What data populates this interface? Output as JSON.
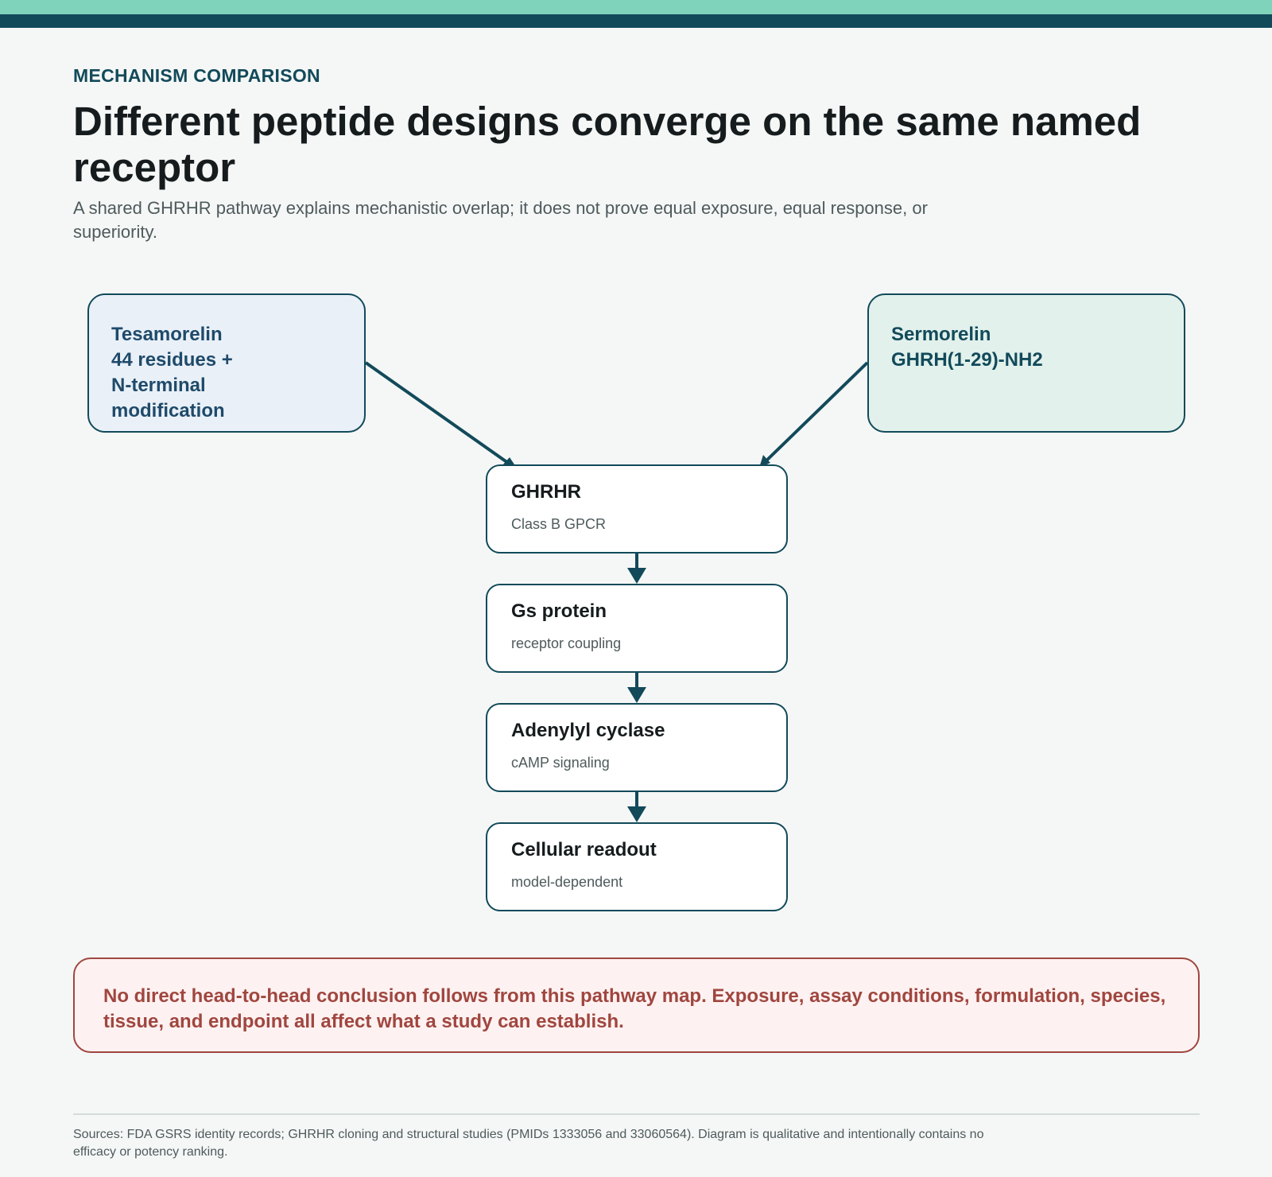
{
  "header": {
    "eyebrow": "MECHANISM COMPARISON",
    "title": "Different peptide designs converge on the same named receptor",
    "subtitle": "A shared GHRHR pathway explains mechanistic overlap; it does not prove equal exposure, equal response, or superiority."
  },
  "sources_left": {
    "lines": [
      "Tesamorelin",
      "44 residues +",
      "N-terminal",
      "modification"
    ]
  },
  "sources_right": {
    "lines": [
      "Sermorelin",
      "GHRH(1-29)-NH2"
    ]
  },
  "pathway": [
    {
      "title": "GHRHR",
      "subtitle": "Class B GPCR"
    },
    {
      "title": "Gs protein",
      "subtitle": "receptor coupling"
    },
    {
      "title": "Adenylyl cyclase",
      "subtitle": "cAMP signaling"
    },
    {
      "title": "Cellular readout",
      "subtitle": "model-dependent"
    }
  ],
  "warning": {
    "text": "No direct head-to-head conclusion follows from this pathway map. Exposure, assay conditions, formulation, species, tissue, and endpoint all affect what a study can establish."
  },
  "footer": {
    "sources": "Sources: FDA GSRS identity records; GHRHR cloning and structural studies (PMIDs 1333056 and 33060564). Diagram is qualitative and intentionally contains no efficacy or potency ranking."
  },
  "colors": {
    "accent_teal": "#7fd3bb",
    "brand_dark": "#124a5a",
    "tesamorelin_fill": "#e9f0f8",
    "sermorelin_fill": "#e2f1ec",
    "warning": "#a0463f",
    "warning_fill": "#fdf2f1"
  }
}
